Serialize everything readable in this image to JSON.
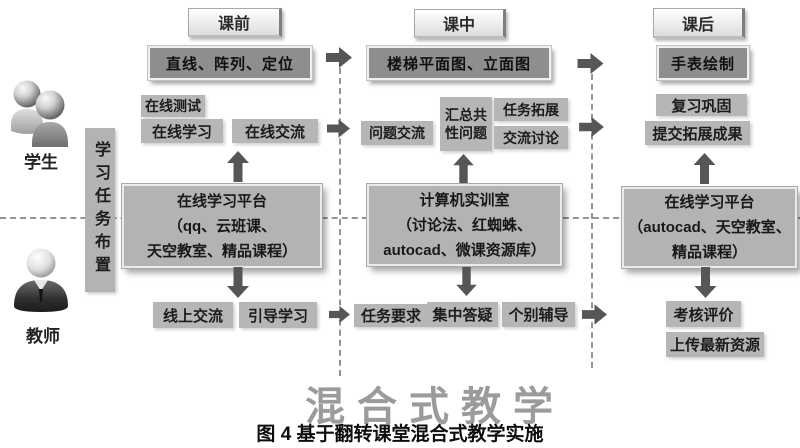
{
  "figure": {
    "big_title": "混合式教学",
    "caption": "图 4  基于翻转课堂混合式教学实施"
  },
  "actors": {
    "student_label": "学生",
    "teacher_label": "教师",
    "task_assignment": "学习任务布置"
  },
  "phases": {
    "pre_class": "课前",
    "in_class": "课中",
    "post_class": "课后"
  },
  "pre_class": {
    "topic": "直线、阵列、定位",
    "student_items": [
      "在线测试",
      "在线学习",
      "在线交流"
    ],
    "platform": [
      "在线学习平台",
      "（qq、云班课、",
      "天空教室、精品课程）"
    ],
    "teacher_items": [
      "线上交流",
      "引导学习"
    ]
  },
  "in_class": {
    "topic": "楼梯平面图、立面图",
    "student_items": [
      "问题交流",
      "汇总共性问题",
      "任务拓展",
      "交流讨论"
    ],
    "platform": [
      "计算机实训室",
      "（讨论法、红蜘蛛、",
      "autocad、微课资源库）"
    ],
    "teacher_items": [
      "任务要求",
      "集中答疑",
      "个别辅导"
    ]
  },
  "post_class": {
    "topic": "手表绘制",
    "student_items": [
      "复习巩固",
      "提交拓展成果"
    ],
    "platform": [
      "在线学习平台",
      "（autocad、天空教室、",
      "精品课程）"
    ],
    "teacher_items": [
      "考核评价",
      "上传最新资源"
    ]
  },
  "colors": {
    "dark_box": "#8e8e8e",
    "light_box": "#b6b6b6",
    "arrow": "#565656",
    "dashed_line": "#949494",
    "title_gray": "#9b9b9b",
    "text_dark": "#1c1c1c"
  }
}
